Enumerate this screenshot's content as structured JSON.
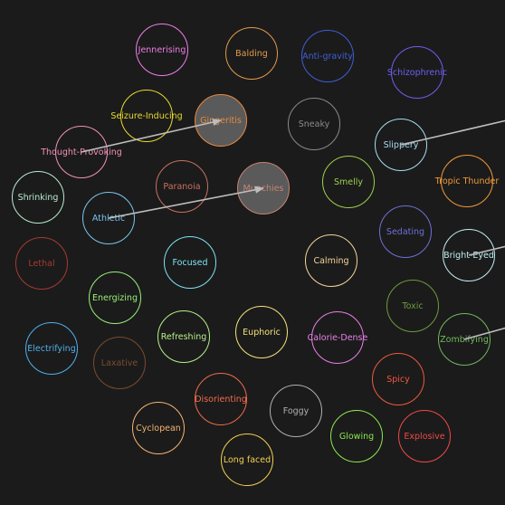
{
  "effects": [
    {
      "label": "Jennerising",
      "color": "#f07ee8",
      "selected": false
    },
    {
      "label": "Balding",
      "color": "#e39a4b",
      "selected": false
    },
    {
      "label": "Anti-gravity",
      "color": "#3d5fd6",
      "selected": false
    },
    {
      "label": "Schizophrenic",
      "color": "#6e5ff2",
      "selected": false
    },
    {
      "label": "Seizure-Inducing",
      "color": "#e8d92d",
      "selected": false
    },
    {
      "label": "Gingeritis",
      "color": "#e88940",
      "selected": true
    },
    {
      "label": "Sneaky",
      "color": "#8a8a8a",
      "selected": false
    },
    {
      "label": "Slippery",
      "color": "#a9dcf2",
      "selected": false
    },
    {
      "label": "Thought-Provoking",
      "color": "#f290b8",
      "selected": false
    },
    {
      "label": "Tropic Thunder",
      "color": "#f0993a",
      "selected": false
    },
    {
      "label": "Paranoia",
      "color": "#c97060",
      "selected": false
    },
    {
      "label": "Munchies",
      "color": "#c98272",
      "selected": true
    },
    {
      "label": "Smelly",
      "color": "#9ed04a",
      "selected": false
    },
    {
      "label": "Shrinking",
      "color": "#b8ecd0",
      "selected": false
    },
    {
      "label": "Athletic",
      "color": "#7ac4ee",
      "selected": false
    },
    {
      "label": "Sedating",
      "color": "#6f6fd8",
      "selected": false
    },
    {
      "label": "Bright-Eyed",
      "color": "#c2eef0",
      "selected": false
    },
    {
      "label": "Lethal",
      "color": "#a63a32",
      "selected": false
    },
    {
      "label": "Focused",
      "color": "#7ee3f2",
      "selected": false
    },
    {
      "label": "Calming",
      "color": "#f5d49a",
      "selected": false
    },
    {
      "label": "Toxic",
      "color": "#6e9a3c",
      "selected": false
    },
    {
      "label": "Energizing",
      "color": "#98f07a",
      "selected": false
    },
    {
      "label": "Electrifying",
      "color": "#4fb0ec",
      "selected": false
    },
    {
      "label": "Laxative",
      "color": "#7a4c30",
      "selected": false
    },
    {
      "label": "Refreshing",
      "color": "#b8f088",
      "selected": false
    },
    {
      "label": "Euphoric",
      "color": "#f5e37a",
      "selected": false
    },
    {
      "label": "Calorie-Dense",
      "color": "#e880e8",
      "selected": false
    },
    {
      "label": "Zombifying",
      "color": "#72b85e",
      "selected": false
    },
    {
      "label": "Spicy",
      "color": "#f0583e",
      "selected": false
    },
    {
      "label": "Disorienting",
      "color": "#f06a4e",
      "selected": false
    },
    {
      "label": "Cyclopean",
      "color": "#f5b470",
      "selected": false
    },
    {
      "label": "Foggy",
      "color": "#b0b0b0",
      "selected": false
    },
    {
      "label": "Glowing",
      "color": "#8ae84e",
      "selected": false
    },
    {
      "label": "Explosive",
      "color": "#f04848",
      "selected": false
    },
    {
      "label": "Long faced",
      "color": "#f5d050",
      "selected": false
    }
  ],
  "connections": [
    {
      "from": "Thought-Provoking",
      "to": "Gingeritis",
      "arrow": true
    },
    {
      "from": "Athletic",
      "to": "Munchies",
      "arrow": true
    },
    {
      "from": "Slippery",
      "to": "offscreen-right-1",
      "arrow": false
    },
    {
      "from": "Bright-Eyed",
      "to": "offscreen-right-2",
      "arrow": false
    },
    {
      "from": "Zombifying",
      "to": "offscreen-right-3",
      "arrow": false
    }
  ]
}
